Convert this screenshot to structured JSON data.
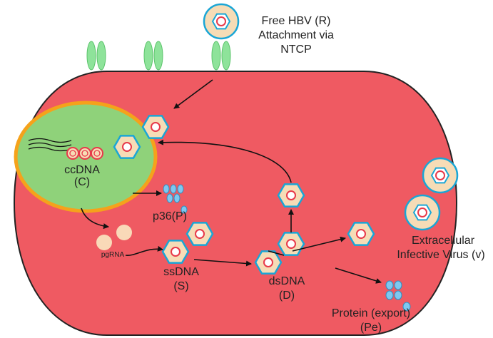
{
  "colors": {
    "cell": "#ef5a62",
    "cell_outline": "#222222",
    "nucleus_fill": "#8fd27a",
    "nucleus_ring": "#f5a21b",
    "receptor": "#8ee39a",
    "capsid_ring": "#1aa6d6",
    "envelope": "#f6dcb6",
    "dna_core": "#e8394a",
    "pgrna": "#f9d9b8",
    "protein": "#7ec8f0",
    "arrow": "#111111"
  },
  "labels": {
    "free_hbv": "Free HBV (R)",
    "attachment_1": "Attachment via",
    "attachment_2": "NTCP",
    "ccdna": "ccDNA",
    "ccdna_symbol": "(C)",
    "p36": "p36(P)",
    "pgrna": "pgRNA",
    "ssdna": "ssDNA",
    "ssdna_symbol": "(S)",
    "dsdna": "dsDNA",
    "dsdna_symbol": "(D)",
    "extracellular_1": "Extracellular",
    "extracellular_2": "Infective Virus (v)",
    "protein_1": "Protein (export)",
    "protein_2": "(Pe)"
  },
  "icons": {
    "receptor": "ntcp-receptor-icon",
    "virion": "enveloped-virion-icon",
    "capsid": "hexagonal-capsid-icon",
    "rna": "rna-strand-icon",
    "protein": "protein-cluster-icon"
  }
}
